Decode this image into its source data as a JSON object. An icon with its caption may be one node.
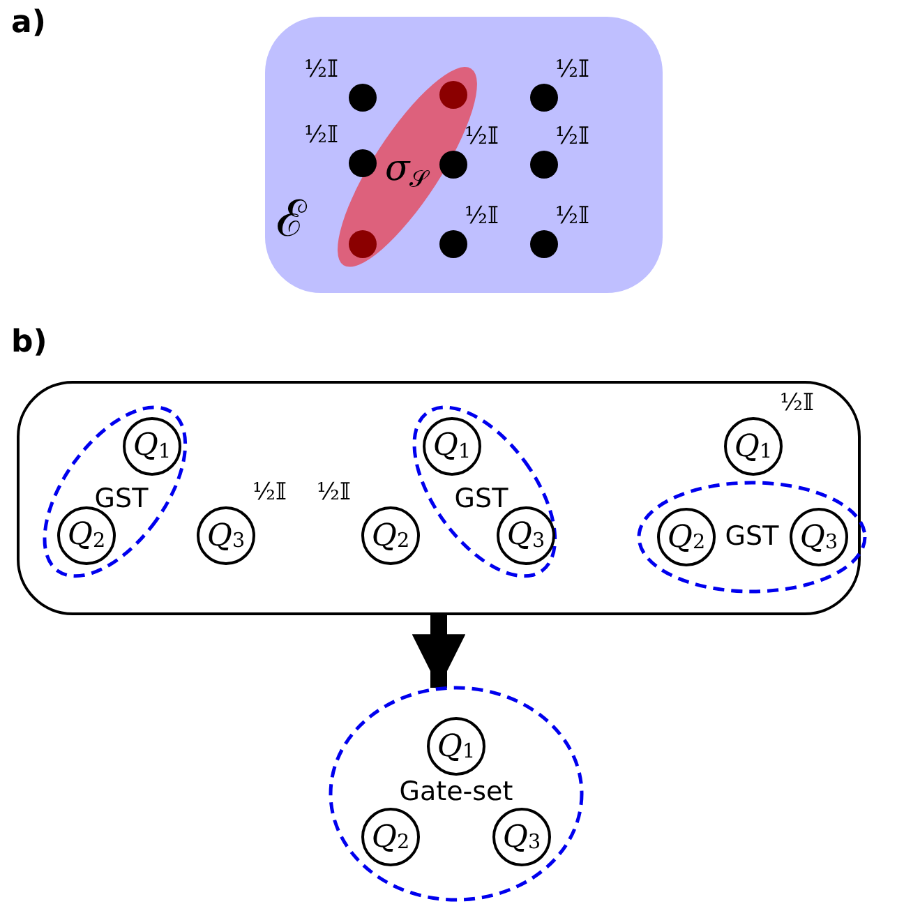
{
  "diagram": {
    "nodes": [
      {
        "text": [
          "ℰ"
        ]
      },
      {
        "text": [
          "σ$_{𝒮}$"
        ],
        "in": 0
      },
      {
        "text": [],
        "shape": "circle",
        "in": 0,
        "beside": [
          "½𝕀"
        ]
      },
      {
        "text": [],
        "shape": "circle",
        "in": 1
      },
      {
        "text": [],
        "shape": "circle",
        "in": 0,
        "beside": [
          "½𝕀"
        ]
      },
      {
        "text": [],
        "shape": "circle",
        "in": 0,
        "beside": [
          "½𝕀"
        ]
      },
      {
        "text": [],
        "shape": "circle",
        "in": 0,
        "beside": [
          "½𝕀"
        ]
      },
      {
        "text": [],
        "shape": "circle",
        "in": 0,
        "beside": [
          "½𝕀"
        ]
      },
      {
        "text": [],
        "shape": "circle",
        "in": 1
      },
      {
        "text": [],
        "shape": "circle",
        "in": 0,
        "beside": [
          "½𝕀"
        ]
      },
      {
        "text": [],
        "shape": "circle",
        "in": 0,
        "beside": [
          "½𝕀"
        ]
      },
      {
        "text": [],
        "shape": "box"
      },
      {
        "text": [
          "GST"
        ],
        "in": 11
      },
      {
        "text": [
          "Q$_{1}$"
        ],
        "in": 12
      },
      {
        "text": [
          "Q$_{2}$"
        ],
        "in": 12
      },
      {
        "text": [
          "Q$_{3}$"
        ],
        "in": 11,
        "beside": [
          "½𝕀"
        ]
      },
      {
        "text": [
          "Q$_{2}$"
        ],
        "in": 11,
        "beside": [
          "½𝕀"
        ]
      },
      {
        "text": [
          "GST"
        ],
        "in": 11
      },
      {
        "text": [
          "Q$_{1}$"
        ],
        "in": 17
      },
      {
        "text": [
          "Q$_{3}$"
        ],
        "in": 17
      },
      {
        "text": [
          "Q$_{1}$"
        ],
        "in": 11,
        "beside": [
          "½𝕀"
        ]
      },
      {
        "text": [
          "GST"
        ],
        "in": 11
      },
      {
        "text": [
          "Q$_{2}$"
        ],
        "in": 21
      },
      {
        "text": [
          "Q$_{3}$"
        ],
        "in": 21
      },
      {
        "text": [
          "Gate-set"
        ]
      },
      {
        "text": [
          "Q$_{1}$"
        ],
        "in": 24
      },
      {
        "text": [
          "Q$_{2}$"
        ],
        "in": 24
      },
      {
        "text": [
          "Q$_{3}$"
        ],
        "in": 24
      }
    ],
    "edges": [
      {
        "from": 11,
        "to": 24,
        "arrow": "to"
      }
    ],
    "labels": [
      "a)",
      "b)"
    ]
  }
}
